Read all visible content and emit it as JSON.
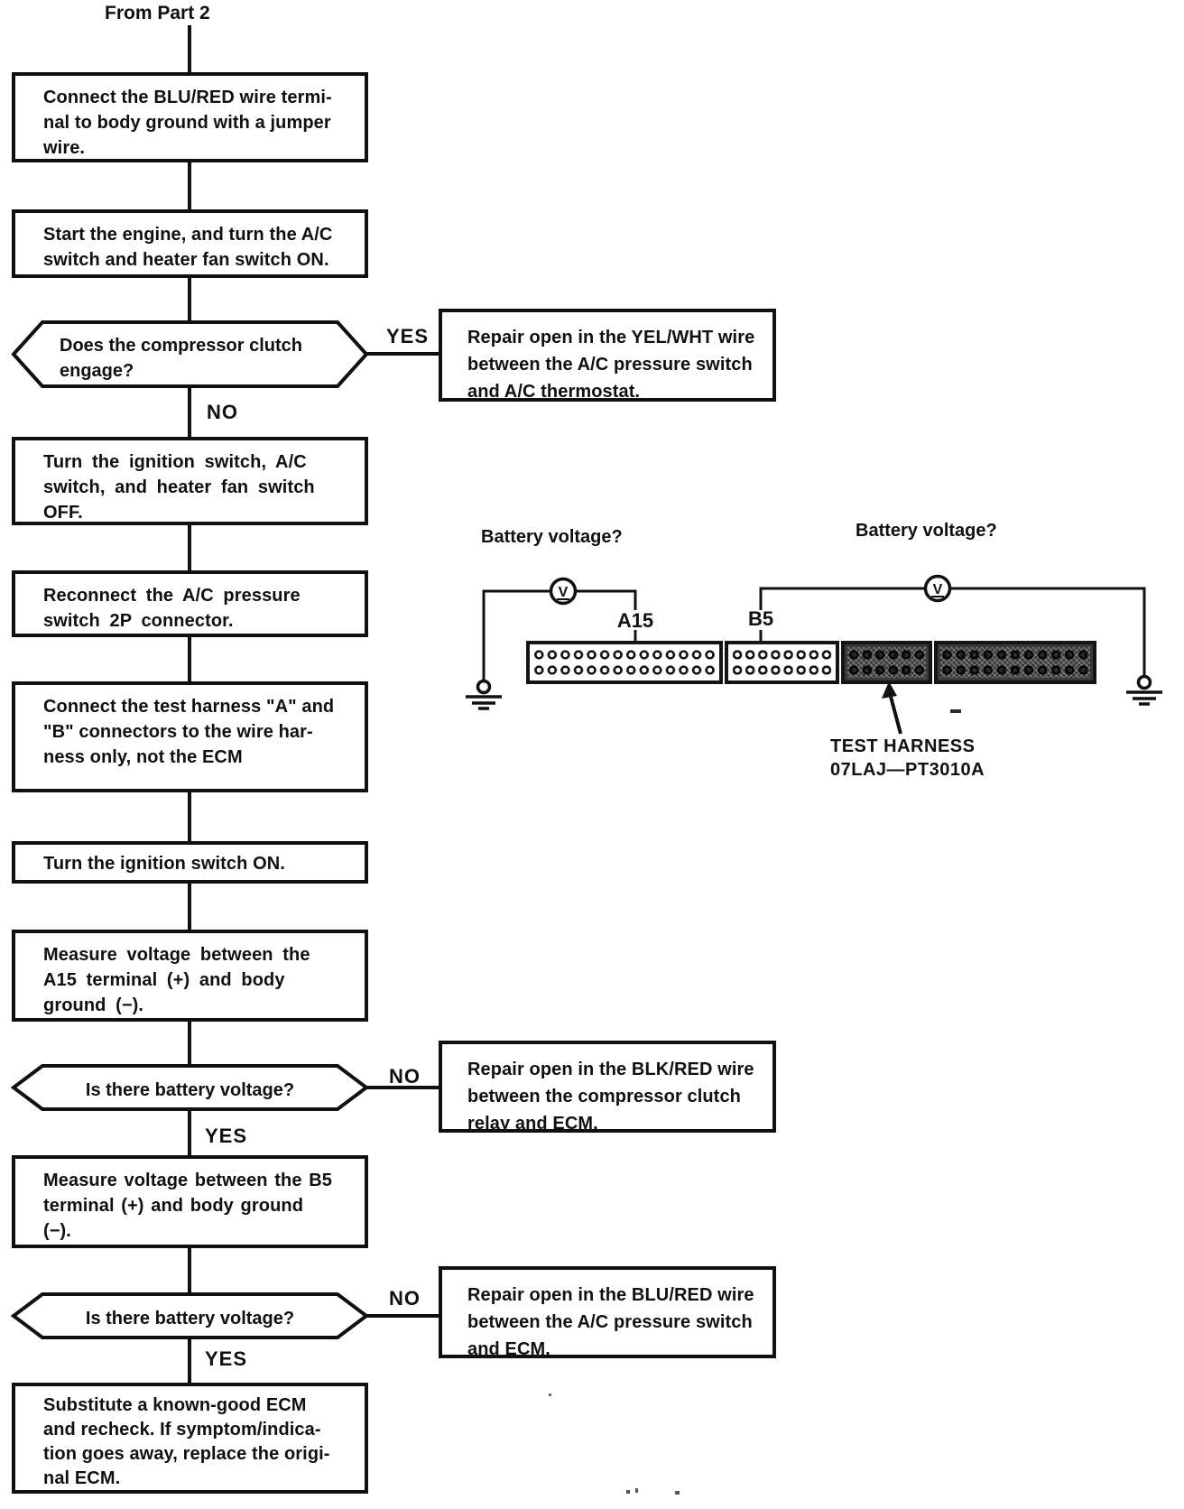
{
  "colors": {
    "ink": "#101010",
    "paper": "#ffffff"
  },
  "flow": {
    "entry_label": "From Part 2",
    "steps": [
      {
        "text": "Connect the BLU/RED wire termi-\nnal to body ground with a jumper\nwire."
      },
      {
        "text": "Start the engine, and turn the A/C\nswitch and heater fan switch ON."
      },
      {
        "text": "Turn the ignition switch, A/C\nswitch, and heater fan switch\nOFF."
      },
      {
        "text": "Reconnect the A/C pressure\nswitch 2P connector."
      },
      {
        "text": "Connect the test harness \"A\" and\n\"B\" connectors to the wire har-\nness only, not the ECM"
      },
      {
        "text": "Turn the ignition switch ON."
      },
      {
        "text": "Measure voltage between the\nA15 terminal (+) and body\nground (−)."
      },
      {
        "text": "Measure voltage between the B5\nterminal (+) and body ground\n(−)."
      },
      {
        "text": "Substitute a known-good ECM\nand recheck. If symptom/indica-\ntion goes away, replace the origi-\nnal ECM."
      }
    ],
    "decisions": [
      {
        "question": "Does the compressor clutch\nengage?",
        "yes": "YES",
        "no": "NO",
        "yes_result": "Repair open in the YEL/WHT wire\nbetween the A/C pressure switch\nand A/C thermostat."
      },
      {
        "question": "Is there battery voltage?",
        "yes": "YES",
        "no": "NO",
        "no_result": "Repair open in the BLK/RED wire\nbetween the compressor clutch\nrelay and ECM."
      },
      {
        "question": "Is there battery voltage?",
        "yes": "YES",
        "no": "NO",
        "no_result": "Repair open in the BLU/RED wire\nbetween the A/C pressure switch\nand ECM."
      }
    ]
  },
  "diagram": {
    "battery_voltage_left": "Battery voltage?",
    "battery_voltage_right": "Battery voltage?",
    "voltmeter_symbol": "V",
    "terminal_a": "A15",
    "terminal_b": "B5",
    "test_harness": "TEST HARNESS\n07LAJ—PT3010A"
  }
}
